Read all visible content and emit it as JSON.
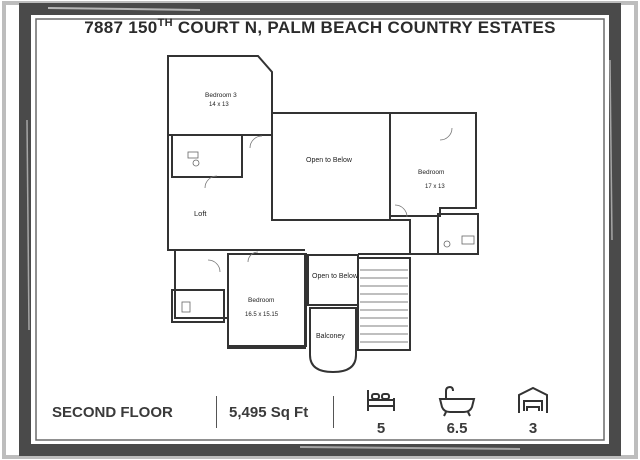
{
  "title": {
    "main": "7887 150",
    "sup": "TH",
    "rest": " COURT N, PALM BEACH COUNTRY ESTATES"
  },
  "floor": {
    "name": "SECOND  FLOOR",
    "area": "5,495 Sq Ft"
  },
  "stats": [
    {
      "icon": "bed-icon",
      "value": "5"
    },
    {
      "icon": "bathtub-icon",
      "value": "6.5"
    },
    {
      "icon": "garage-icon",
      "value": "3"
    }
  ],
  "rooms": {
    "bedroom3": {
      "name": "Bedroom 3",
      "size": "14 x 13"
    },
    "open_main": {
      "name": "Open to Below"
    },
    "bedroom_right": {
      "name": "Bedroom",
      "size": "17 x 13"
    },
    "loft": {
      "name": "Loft"
    },
    "open_small": {
      "name": "Open to Below"
    },
    "bedroom_bottom": {
      "name": "Bedroom",
      "size": "16.5 x 15.15"
    },
    "balcony": {
      "name": "Balconey"
    }
  },
  "colors": {
    "frame": "#4a4a4a",
    "ink": "#2b2b2b",
    "wall": "#333333"
  }
}
